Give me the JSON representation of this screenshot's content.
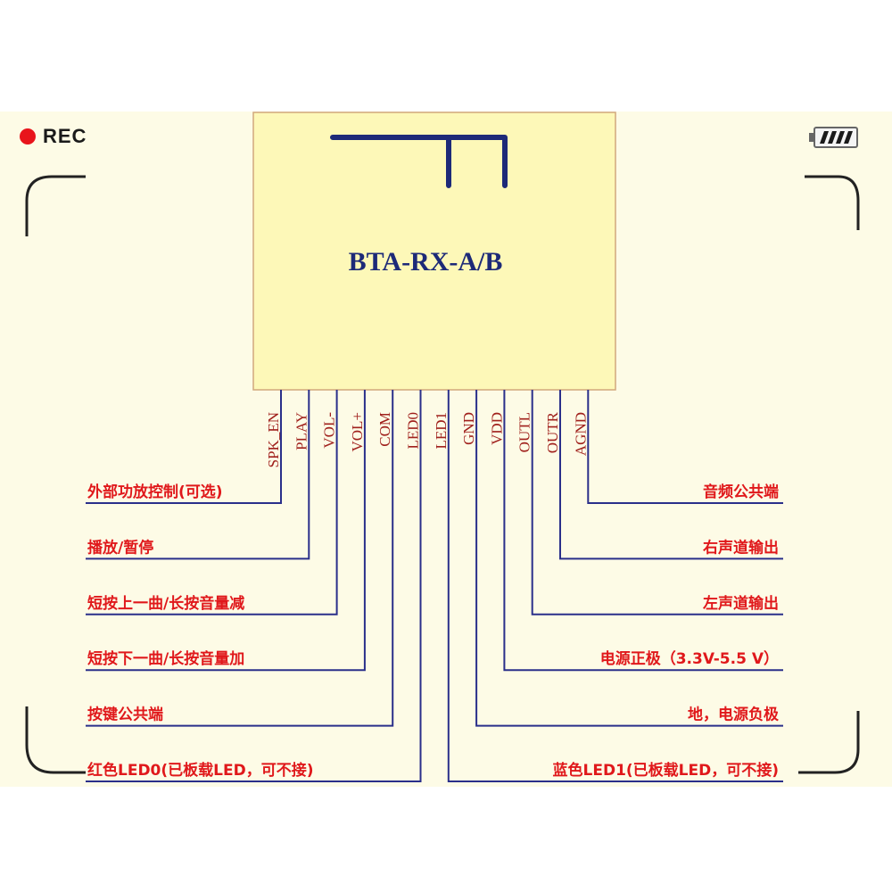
{
  "overlay": {
    "rec_label": "REC",
    "rec_color": "#e8141b",
    "battery_icon": "battery-full-icon"
  },
  "module": {
    "title": "BTA-RX-A/B",
    "fill": "#fdf8b8",
    "border": "#d2a87c",
    "antenna_icon": "pcb-antenna-icon",
    "antenna_color": "#1d2a78"
  },
  "colors": {
    "wire": "#2a2f8a",
    "pin_label": "#a0201c",
    "description": "#e0181b"
  },
  "pins": [
    {
      "name": "SPK_EN",
      "side": "left",
      "description": "外部功放控制(可选)"
    },
    {
      "name": "PLAY",
      "side": "left",
      "description": "播放/暂停"
    },
    {
      "name": "VOL-",
      "side": "left",
      "description": "短按上一曲/长按音量减"
    },
    {
      "name": "VOL+",
      "side": "left",
      "description": "短按下一曲/长按音量加"
    },
    {
      "name": "COM",
      "side": "left",
      "description": "按键公共端"
    },
    {
      "name": "LED0",
      "side": "left",
      "description": "红色LED0(已板载LED，可不接)"
    },
    {
      "name": "LED1",
      "side": "right",
      "description": "蓝色LED1(已板载LED，可不接)"
    },
    {
      "name": "GND",
      "side": "right",
      "description": "地，电源负极"
    },
    {
      "name": "VDD",
      "side": "right",
      "description": "电源正极（3.3V-5.5 V）"
    },
    {
      "name": "OUTL",
      "side": "right",
      "description": "左声道输出"
    },
    {
      "name": "OUTR",
      "side": "right",
      "description": "右声道输出"
    },
    {
      "name": "AGND",
      "side": "right",
      "description": "音频公共端"
    }
  ]
}
